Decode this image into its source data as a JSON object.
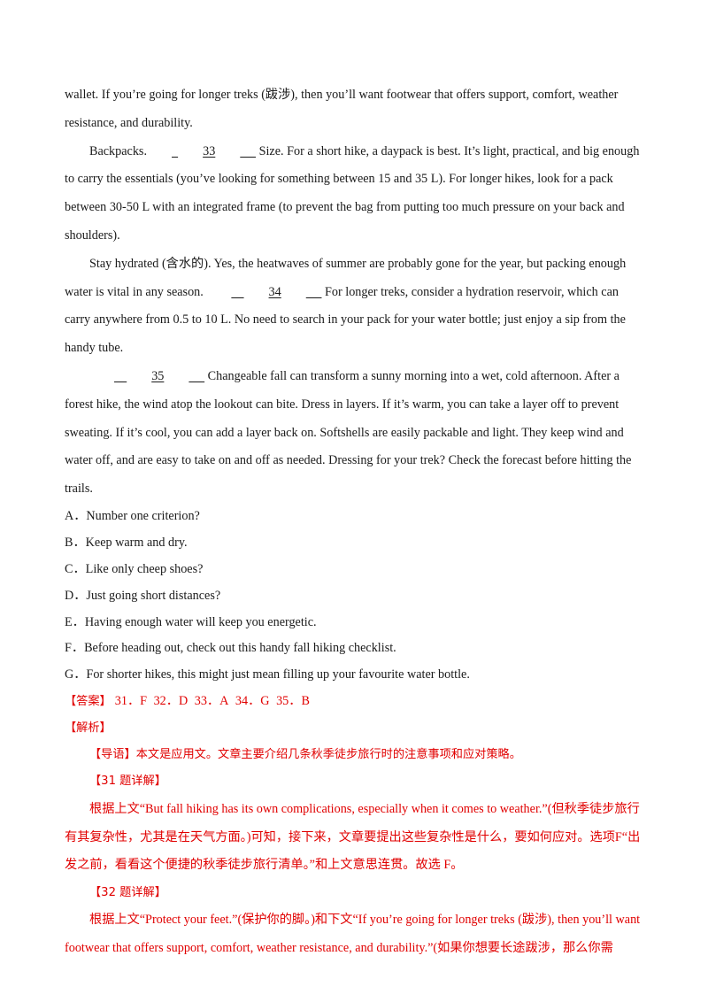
{
  "paragraphs": {
    "p1": "wallet. If you’re going for longer treks (跋涉), then you’ll want footwear that offers support, comfort, weather resistance, and durability.",
    "p2_lead": "Backpacks.",
    "p2_blank": "33",
    "p2_text": "Size. For a short hike, a daypack is best. It’s light, practical, and big enough to carry the essentials (you’ve looking for something between 15 and 35 L). For longer hikes, look for a pack between 30-50 L with an integrated frame (to prevent the bag from putting too much pressure on your back and shoulders).",
    "p3_a": "Stay hydrated (含水的). Yes, the heatwaves of summer are probably gone for the year, but packing enough water is vital in any season.",
    "p3_blank": "34",
    "p3_b": "For longer treks, consider a hydration reservoir, which can carry anywhere from 0.5 to 10 L. No need to search in your pack for your water bottle; just enjoy a sip from the handy tube.",
    "p4_blank": "35",
    "p4_text": "Changeable fall can transform a sunny morning into a wet, cold afternoon. After a forest hike, the wind atop the lookout can bite. Dress in layers. If it’s warm, you can take a layer off to prevent sweating. If it’s cool, you can add a layer back on. Softshells are easily packable and light. They keep wind and water off, and are easy to take on and off as needed. Dressing for your trek? Check the forecast before hitting the trails."
  },
  "options": [
    "A．Number one criterion?",
    "B．Keep warm and dry.",
    "C．Like only cheep shoes?",
    "D．Just going short distances?",
    "E．Having enough water will keep you energetic.",
    "F．Before heading out, check out this handy fall hiking checklist.",
    "G．For shorter hikes, this might just mean filling up your favourite water bottle."
  ],
  "answer": {
    "label": "【答案】",
    "items": [
      "31．F",
      "32．D",
      "33．A",
      "34．G",
      "35．B"
    ]
  },
  "analysis": {
    "label": "【解析】",
    "guide": "【导语】本文是应用文。文章主要介绍几条秋季徒步旅行时的注意事项和应对策略。",
    "q31_title": "【31 题详解】",
    "q31_text": "根据上文“But fall hiking has its own complications, especially when it comes to weather.”(但秋季徒步旅行有其复杂性，尤其是在天气方面。)可知，接下来，文章要提出这些复杂性是什么，要如何应对。选项F“出发之前，看看这个便捷的秋季徒步旅行清单。”和上文意思连贯。故选 F。",
    "q32_title": "【32 题详解】",
    "q32_text": "根据上文“Protect your feet.”(保护你的脚。)和下文“If you’re going for longer treks (跋涉), then you’ll want footwear that offers support, comfort, weather resistance, and durability.”(如果你想要长途跋涉，那么你需"
  }
}
